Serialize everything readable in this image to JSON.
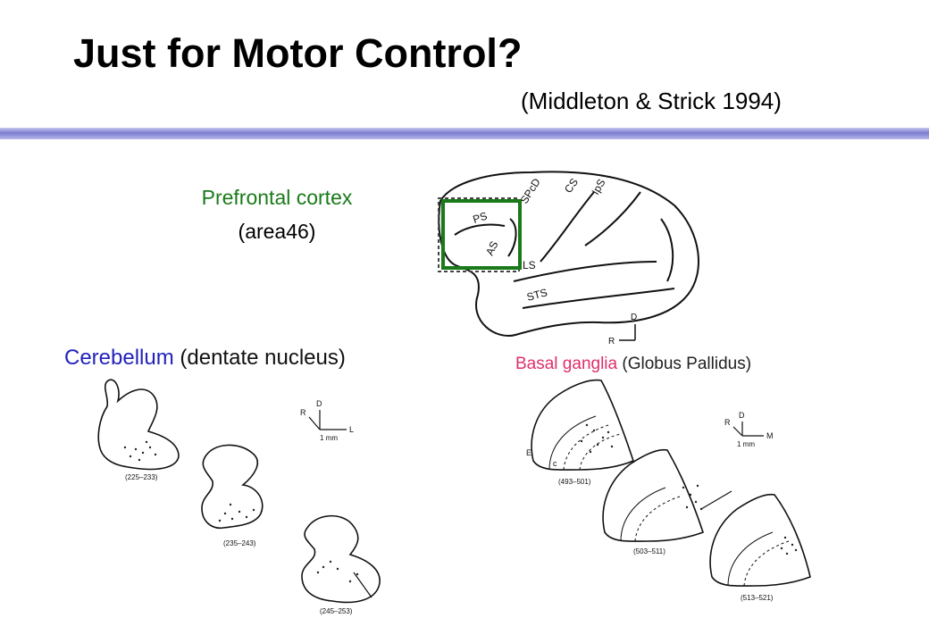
{
  "title": "Just for Motor Control?",
  "citation": "(Middleton & Strick 1994)",
  "prefrontal": {
    "name": "Prefrontal cortex",
    "area": "(area46)"
  },
  "cerebellum": {
    "name": "Cerebellum",
    "detail": " (dentate nucleus)"
  },
  "basal_ganglia": {
    "name": "Basal ganglia",
    "detail": " (Globus Pallidus)"
  },
  "brain_labels": {
    "spcd": "SPcD",
    "cs": "CS",
    "ips": "IpS",
    "ps": "PS",
    "as": "AS",
    "ls": "LS",
    "sts": "STS",
    "d": "D",
    "r": "R"
  },
  "cerebellum_axes": {
    "r": "R",
    "d": "D",
    "l": "L",
    "scale": "1 mm"
  },
  "cerebellum_sections": [
    "(225–233)",
    "(235–243)",
    "(245–253)"
  ],
  "gp_axes": {
    "r": "R",
    "d": "D",
    "m": "M",
    "scale": "1 mm"
  },
  "gp_sections": [
    "(493–501)",
    "(503–511)",
    "(513–521)"
  ],
  "gp_labels": {
    "e": "E",
    "c": "c"
  },
  "colors": {
    "pfc": "#1a7a1a",
    "cerebellum": "#2222bb",
    "basal_ganglia": "#e0306a",
    "divider": "#8a8ad8"
  }
}
